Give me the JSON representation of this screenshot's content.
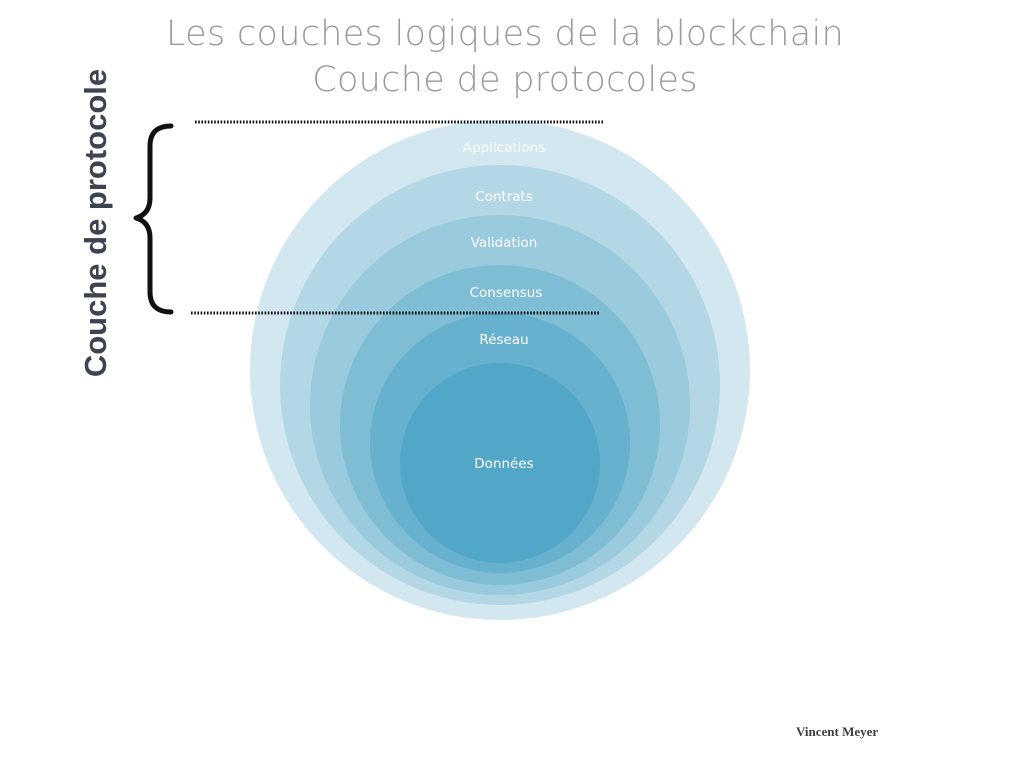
{
  "title": {
    "line1": "Les couches logiques de la blockchain",
    "line2": "Couche de protocoles"
  },
  "side_label": "Couche de protocole",
  "layers": [
    {
      "label": "Applications",
      "color": "#d2e7ef"
    },
    {
      "label": "Contrats",
      "color": "#b4d7e5"
    },
    {
      "label": "Validation",
      "color": "#99cadd"
    },
    {
      "label": "Consensus",
      "color": "#7fbdd5"
    },
    {
      "label": "Réseau",
      "color": "#66b1cd"
    },
    {
      "label": "Données",
      "color": "#52a6c7"
    }
  ],
  "colors": {
    "title": "#9a9a9a",
    "side_label": "#3d4450",
    "bracket": "#111111",
    "dotted_lines": "#111111"
  },
  "author": "Vincent Meyer"
}
